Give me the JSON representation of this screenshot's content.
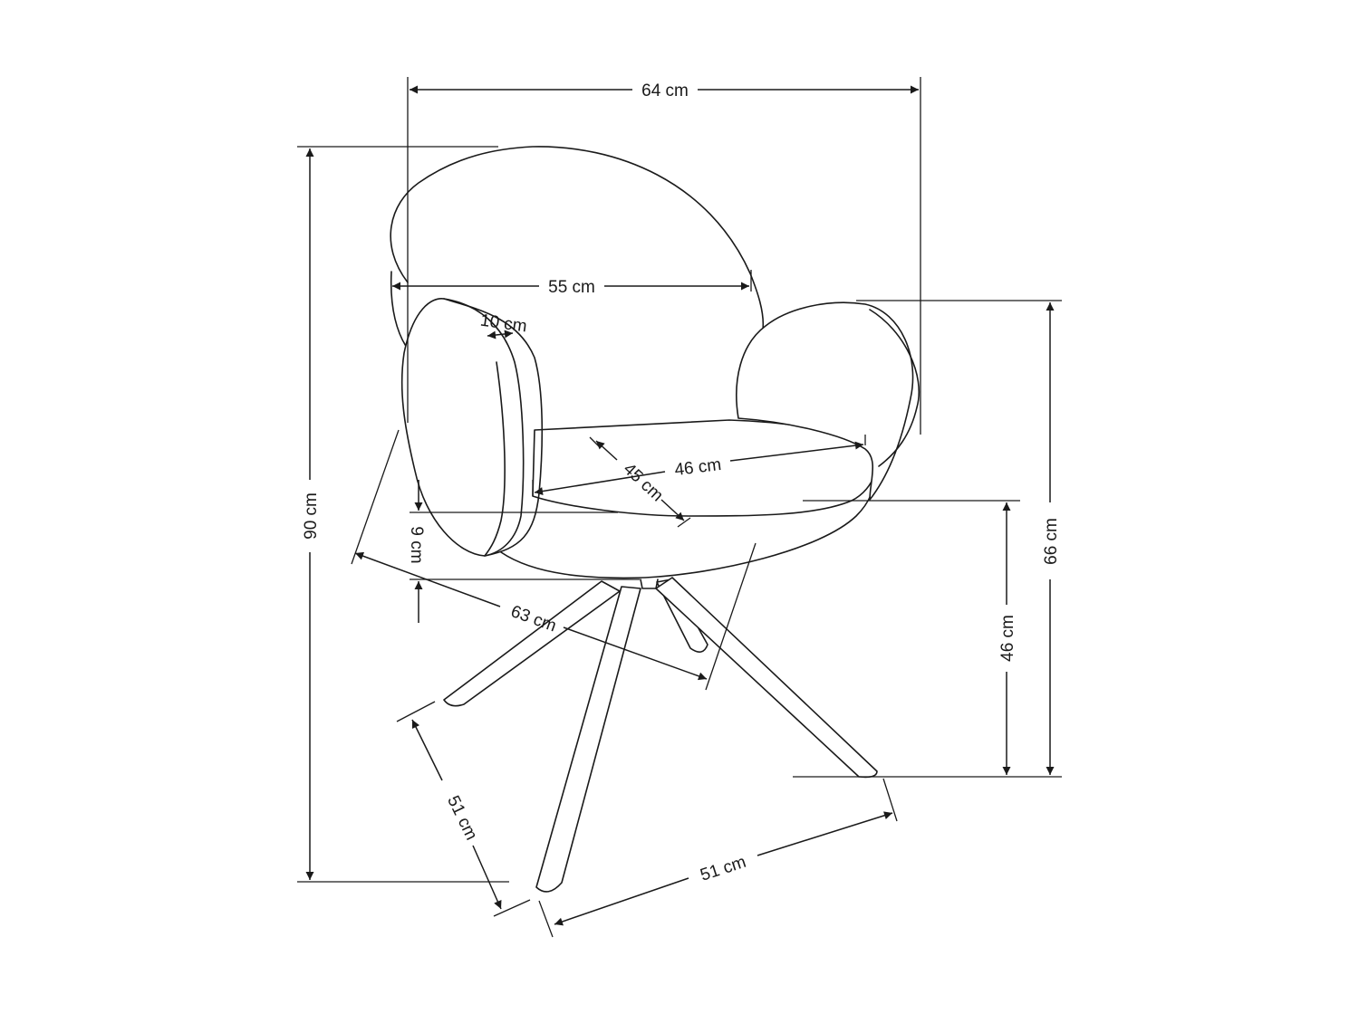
{
  "diagram": {
    "dimensions": {
      "overall_width": "64 cm",
      "inner_width": "55 cm",
      "armrest_width": "10 cm",
      "seat_depth": "45 cm",
      "seat_width": "46 cm",
      "seat_thickness": "9 cm",
      "overall_height": "90 cm",
      "armrest_height": "66 cm",
      "seat_height": "46 cm",
      "overall_depth": "63 cm",
      "base_depth": "51 cm",
      "base_width": "51 cm"
    },
    "colors": {
      "line": "#1a1a1a",
      "background": "#ffffff"
    }
  }
}
